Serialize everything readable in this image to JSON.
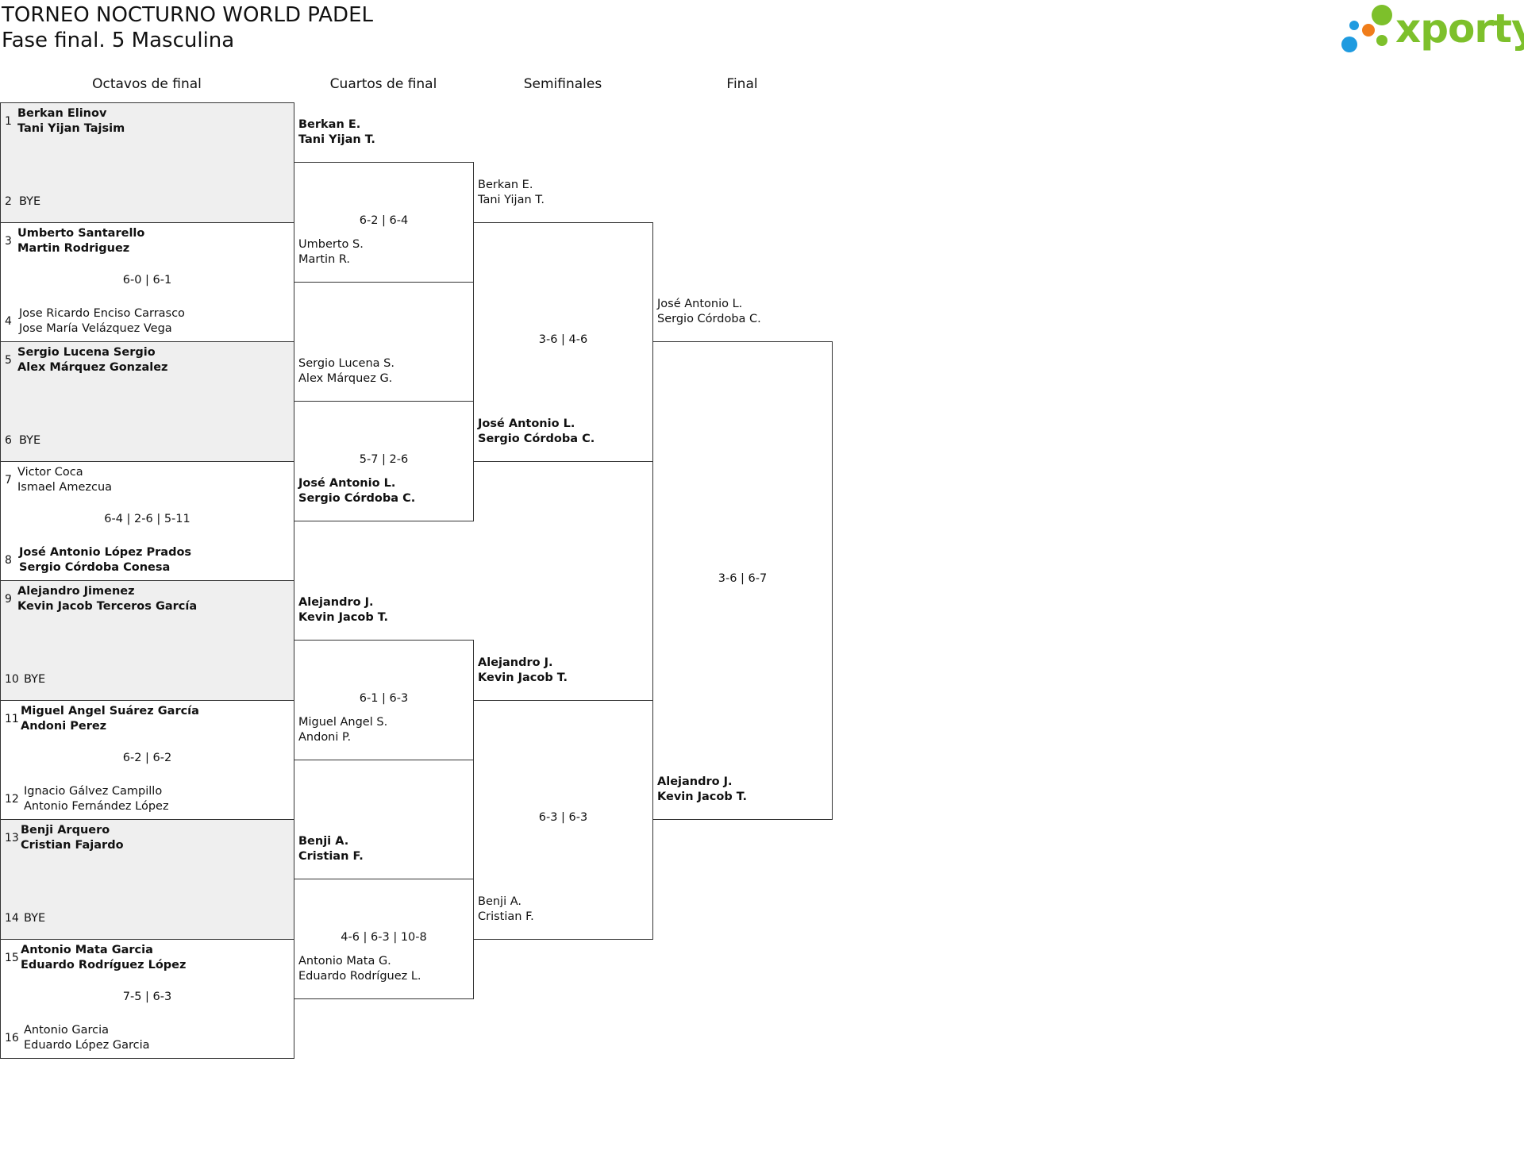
{
  "header": {
    "title": "TORNEO NOCTURNO WORLD PADEL",
    "subtitle": "Fase final. 5 Masculina",
    "logo_text": "xporty"
  },
  "colors": {
    "bye_fill": "#efefef",
    "line": "#333333",
    "logo_green": "#7dc02b",
    "logo_orange": "#f07d1a",
    "logo_blue": "#1f9be0"
  },
  "rounds": [
    "Octavos de final",
    "Cuartos de final",
    "Semifinales",
    "Final"
  ],
  "r16": [
    {
      "seed_a": "1",
      "a": [
        "Berkan Elinov",
        "Tani Yijan Tajsim"
      ],
      "a_win": true,
      "seed_b": "2",
      "b": [
        "BYE"
      ],
      "b_win": false,
      "score": "",
      "bye": true
    },
    {
      "seed_a": "3",
      "a": [
        "Umberto Santarello",
        "Martin Rodriguez"
      ],
      "a_win": true,
      "seed_b": "4",
      "b": [
        "Jose Ricardo Enciso Carrasco",
        "Jose María Velázquez Vega"
      ],
      "b_win": false,
      "score": "6-0 | 6-1",
      "bye": false
    },
    {
      "seed_a": "5",
      "a": [
        "Sergio Lucena Sergio",
        "Alex Márquez Gonzalez"
      ],
      "a_win": true,
      "seed_b": "6",
      "b": [
        "BYE"
      ],
      "b_win": false,
      "score": "",
      "bye": true
    },
    {
      "seed_a": "7",
      "a": [
        "Victor Coca",
        "Ismael Amezcua"
      ],
      "a_win": false,
      "seed_b": "8",
      "b": [
        "José Antonio López Prados",
        "Sergio Córdoba Conesa"
      ],
      "b_win": true,
      "score": "6-4 | 2-6 | 5-11",
      "bye": false
    },
    {
      "seed_a": "9",
      "a": [
        "Alejandro Jimenez",
        "Kevin Jacob Terceros García"
      ],
      "a_win": true,
      "seed_b": "10",
      "b": [
        "BYE"
      ],
      "b_win": false,
      "score": "",
      "bye": true
    },
    {
      "seed_a": "11",
      "a": [
        "Miguel Angel Suárez García",
        "Andoni Perez"
      ],
      "a_win": true,
      "seed_b": "12",
      "b": [
        "Ignacio Gálvez Campillo",
        "Antonio Fernández López"
      ],
      "b_win": false,
      "score": "6-2 | 6-2",
      "bye": false
    },
    {
      "seed_a": "13",
      "a": [
        "Benji Arquero",
        "Cristian Fajardo"
      ],
      "a_win": true,
      "seed_b": "14",
      "b": [
        "BYE"
      ],
      "b_win": false,
      "score": "",
      "bye": true
    },
    {
      "seed_a": "15",
      "a": [
        "Antonio Mata Garcia",
        "Eduardo Rodríguez López"
      ],
      "a_win": true,
      "seed_b": "16",
      "b": [
        "Antonio Garcia",
        "Eduardo López Garcia"
      ],
      "b_win": false,
      "score": "7-5 | 6-3",
      "bye": false
    }
  ],
  "qf": [
    {
      "a": [
        "Berkan E.",
        "Tani Yijan T."
      ],
      "a_win": true,
      "b": [
        "Umberto S.",
        "Martin R."
      ],
      "b_win": false,
      "score": "6-2 | 6-4"
    },
    {
      "a": [
        "Sergio Lucena S.",
        "Alex Márquez G."
      ],
      "a_win": false,
      "b": [
        "José Antonio L.",
        "Sergio Córdoba C."
      ],
      "b_win": true,
      "score": "5-7 | 2-6"
    },
    {
      "a": [
        "Alejandro J.",
        "Kevin Jacob T."
      ],
      "a_win": true,
      "b": [
        "Miguel Angel S.",
        "Andoni P."
      ],
      "b_win": false,
      "score": "6-1 | 6-3"
    },
    {
      "a": [
        "Benji A.",
        "Cristian F."
      ],
      "a_win": true,
      "b": [
        "Antonio Mata G.",
        "Eduardo Rodríguez L."
      ],
      "b_win": false,
      "score": "4-6 | 6-3 | 10-8"
    }
  ],
  "sf": [
    {
      "a": [
        "Berkan E.",
        "Tani Yijan T."
      ],
      "a_win": false,
      "b": [
        "José Antonio L.",
        "Sergio Córdoba C."
      ],
      "b_win": true,
      "score": "3-6 | 4-6"
    },
    {
      "a": [
        "Alejandro J.",
        "Kevin Jacob T."
      ],
      "a_win": true,
      "b": [
        "Benji A.",
        "Cristian F."
      ],
      "b_win": false,
      "score": "6-3 | 6-3"
    }
  ],
  "final": [
    {
      "a": [
        "José Antonio L.",
        "Sergio Córdoba C."
      ],
      "a_win": false,
      "b": [
        "Alejandro J.",
        "Kevin Jacob T."
      ],
      "b_win": true,
      "score": "3-6 | 6-7"
    }
  ]
}
